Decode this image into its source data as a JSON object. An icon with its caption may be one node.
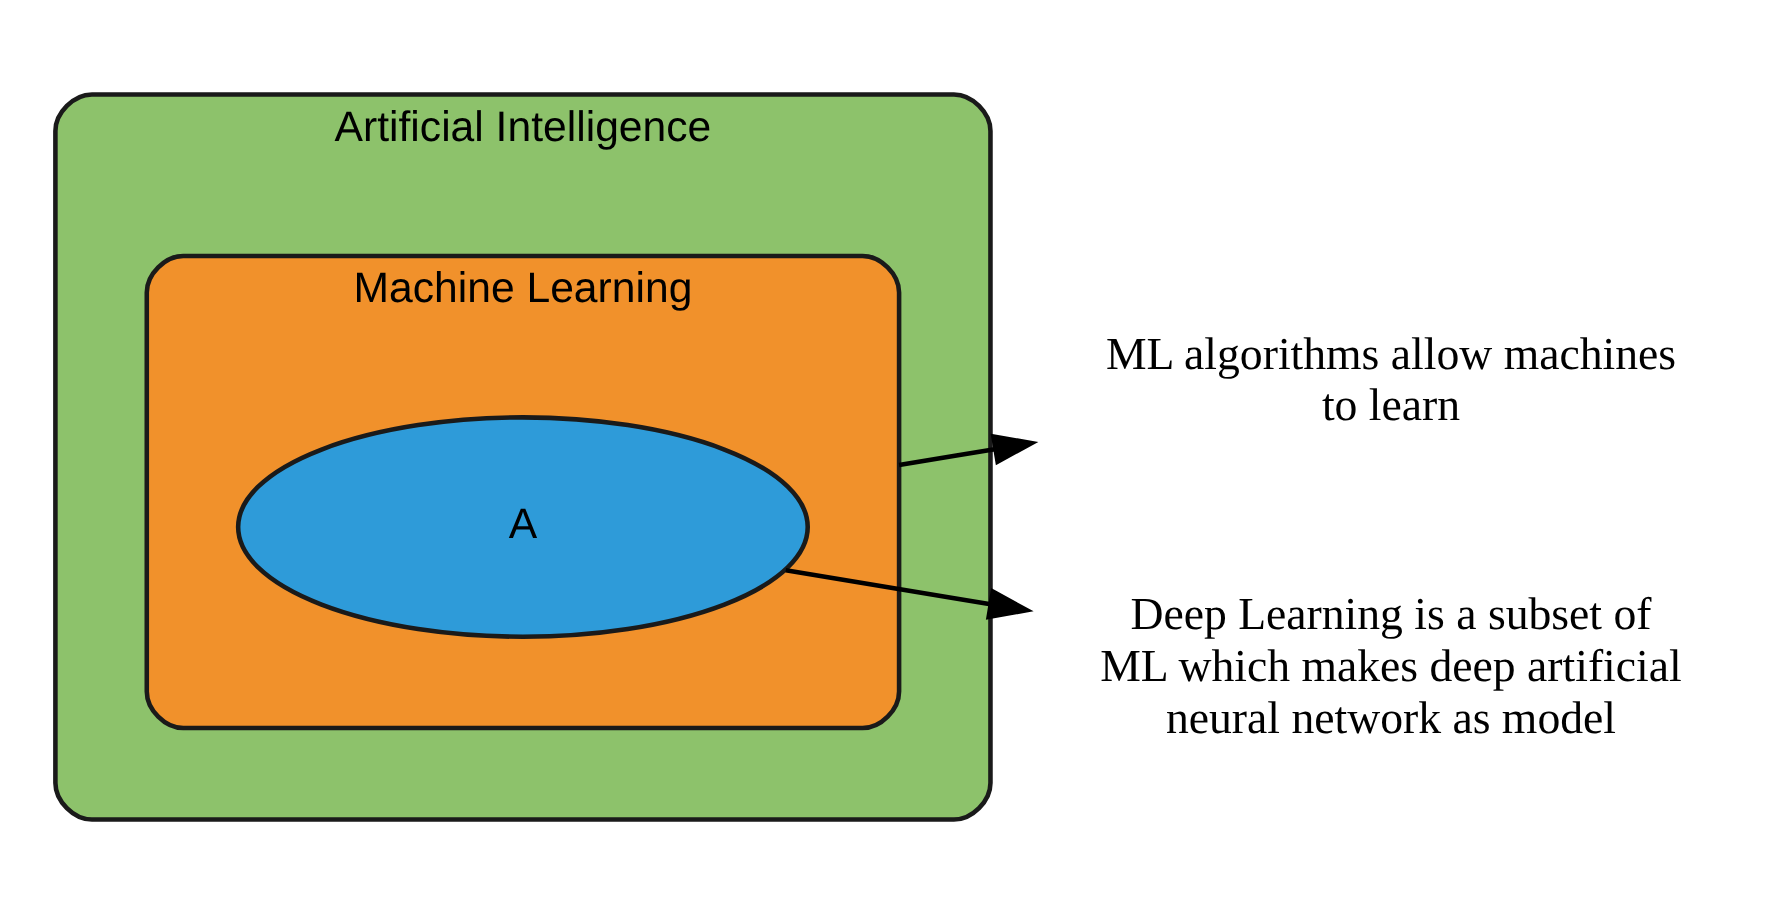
{
  "diagram": {
    "nodes": [
      {
        "text": [
          "Artificial Intelligence"
        ]
      },
      {
        "text": [
          "Machine Learning"
        ],
        "in": 0
      },
      {
        "text": [
          "A"
        ],
        "in": 1
      },
      {
        "text": [
          "ML algorithms allow machines to learn"
        ]
      },
      {
        "text": [
          "Deep Learning is a subset of ML which makes deep artificial neural network as model"
        ]
      }
    ],
    "edges": [
      {
        "from": 1,
        "to": 3,
        "arrow": "to"
      },
      {
        "from": 2,
        "to": 4,
        "arrow": "to"
      }
    ]
  }
}
